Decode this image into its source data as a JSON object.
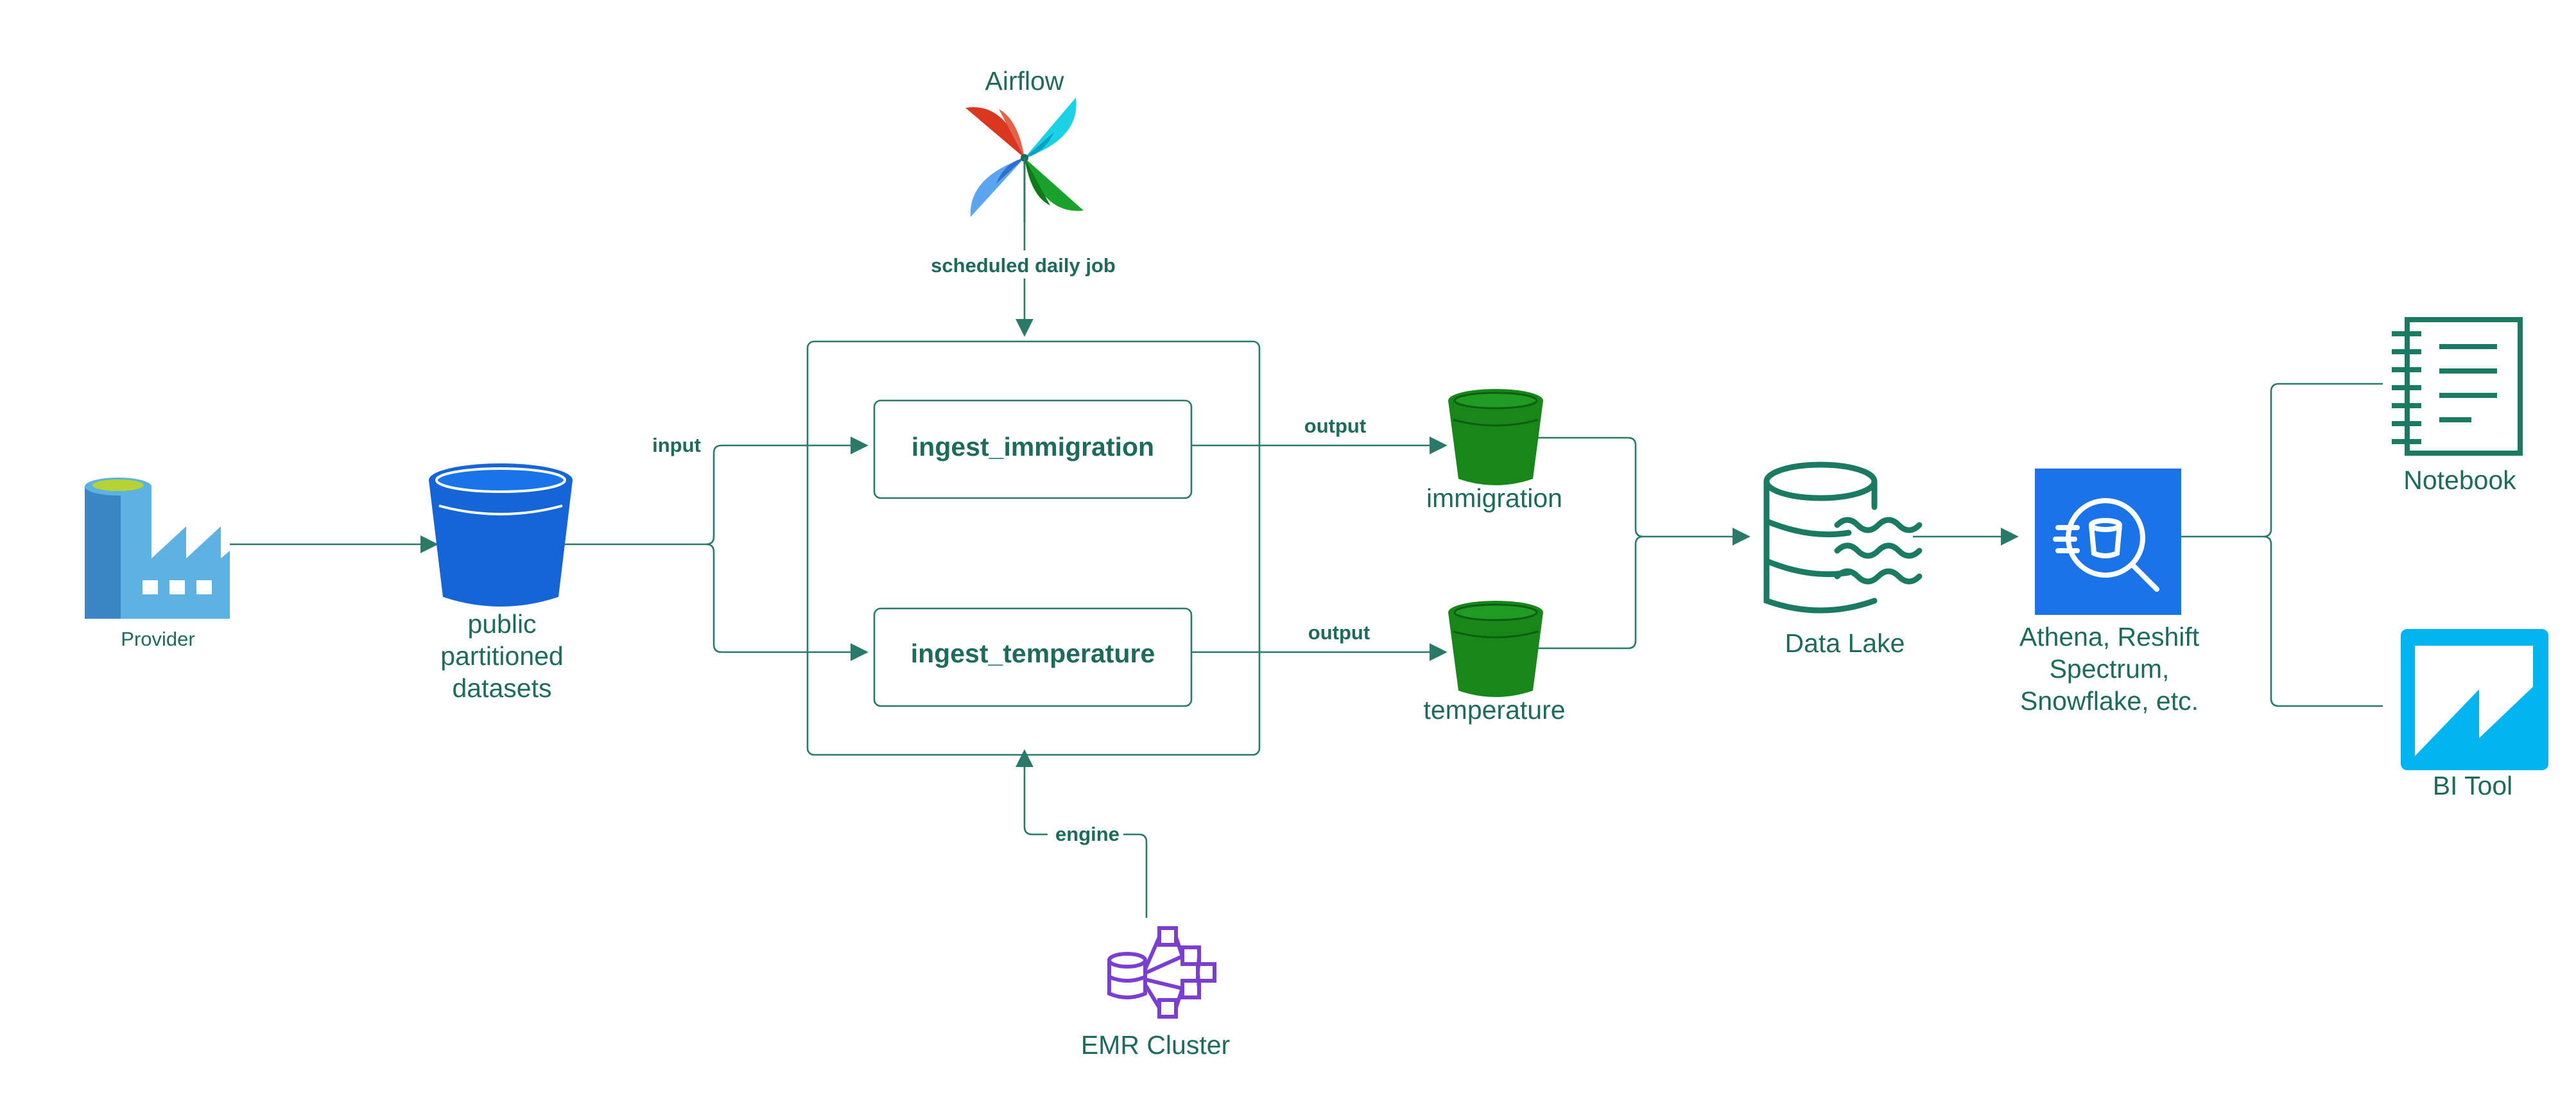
{
  "colors": {
    "teal": "#1e6b5e",
    "line": "#2a7a6a",
    "bucket_blue": "#1565d8",
    "bucket_green": "#17871a",
    "athena_blue": "#1a73e8",
    "bi_cyan": "#00b4ef",
    "emr_purple": "#7a3fd0",
    "provider_blue": "#3b9bd9"
  },
  "nodes": {
    "provider": {
      "label": "Provider",
      "icon": "factory-icon"
    },
    "public_datasets": {
      "label_lines": [
        "public",
        "partitioned",
        "datasets"
      ],
      "icon": "bucket-icon"
    },
    "airflow": {
      "label": "Airflow",
      "icon": "pinwheel-icon"
    },
    "ingest_immigration": {
      "label": "ingest_immigration"
    },
    "ingest_temperature": {
      "label": "ingest_temperature"
    },
    "immigration_bucket": {
      "label": "immigration",
      "icon": "bucket-icon"
    },
    "temperature_bucket": {
      "label": "temperature",
      "icon": "bucket-icon"
    },
    "data_lake": {
      "label": "Data Lake",
      "icon": "database-waves-icon"
    },
    "athena": {
      "label_lines": [
        "Athena, Reshift",
        "Spectrum,",
        "Snowflake, etc."
      ],
      "icon": "athena-search-icon"
    },
    "notebook": {
      "label": "Notebook",
      "icon": "notebook-icon"
    },
    "bi_tool": {
      "label": "BI Tool",
      "icon": "bi-chart-icon"
    },
    "emr": {
      "label": "EMR Cluster",
      "icon": "emr-cluster-icon"
    }
  },
  "edges": {
    "input": "input",
    "output_immigration": "output",
    "output_temperature": "output",
    "schedule": "scheduled daily job",
    "engine": "engine"
  }
}
